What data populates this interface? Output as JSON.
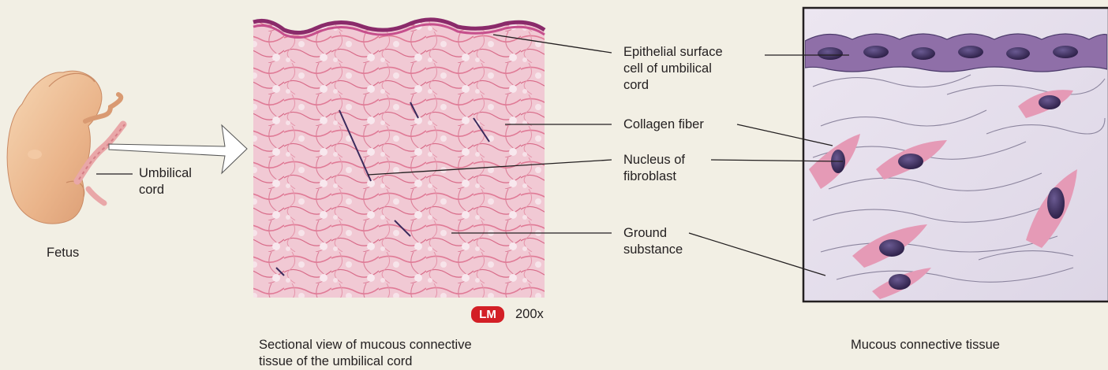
{
  "fetus": {
    "umbilical_label": "Umbilical\ncord",
    "caption": "Fetus"
  },
  "micrograph": {
    "badge": "LM",
    "magnification": "200x",
    "caption": "Sectional view of mucous connective\ntissue of the umbilical cord"
  },
  "labels": [
    "Epithelial surface\ncell of umbilical\ncord",
    "Collagen fiber",
    "Nucleus of\nfibroblast",
    "Ground\nsubstance"
  ],
  "illustration": {
    "caption": "Mucous connective tissue"
  },
  "colors": {
    "background": "#f2efe4",
    "tissue_pink": "#e48aa0",
    "nucleus": "#3a2a5c",
    "badge": "#d31f26"
  }
}
